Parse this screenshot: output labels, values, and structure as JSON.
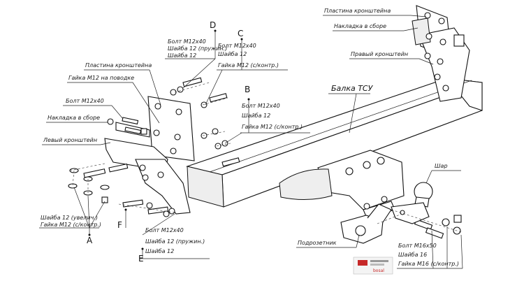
{
  "labels": {
    "plate_right": "Пластина кронштейна",
    "cover_right": "Накладка в сборе",
    "right_bracket": "Правый кронштейн",
    "beam": "Балка ТСУ",
    "d_bolt": "Болт М12х40",
    "d_washer_spring": "Шайба 12 (пружин.)",
    "d_washer": "Шайба 12",
    "c_bolt": "Болт М12х40",
    "c_washer": "Шайба 12",
    "c_nut": "Гайка М12 (с/контр.)",
    "plate_left": "Пластина кронштейна",
    "nut_leash": "Гайка М12 на поводке",
    "bolt_left": "Болт М12х40",
    "cover_left": "Накладка в сборе",
    "left_bracket": "Левый кронштейн",
    "b_bolt": "Болт М12х40",
    "b_washer": "Шайба 12",
    "b_nut": "Гайка М12 (с/контр.)",
    "a_washer": "Шайба 12 (увелич.)",
    "a_nut": "Гайка М12 (с/контр.)",
    "e_bolt": "Болт М12х40",
    "e_washer_spring": "Шайба 12 (пружин.)",
    "e_washer": "Шайба 12",
    "ball": "Шар",
    "socket_holder": "Подрозетник",
    "ball_bolt": "Болт М16х50",
    "ball_washer": "Шайба 16",
    "ball_nut": "Гайка М16 (с/контр.)"
  },
  "letters": {
    "a": "A",
    "b": "B",
    "c": "C",
    "d": "D",
    "e": "E",
    "f": "F"
  },
  "logo_text": "bosal"
}
